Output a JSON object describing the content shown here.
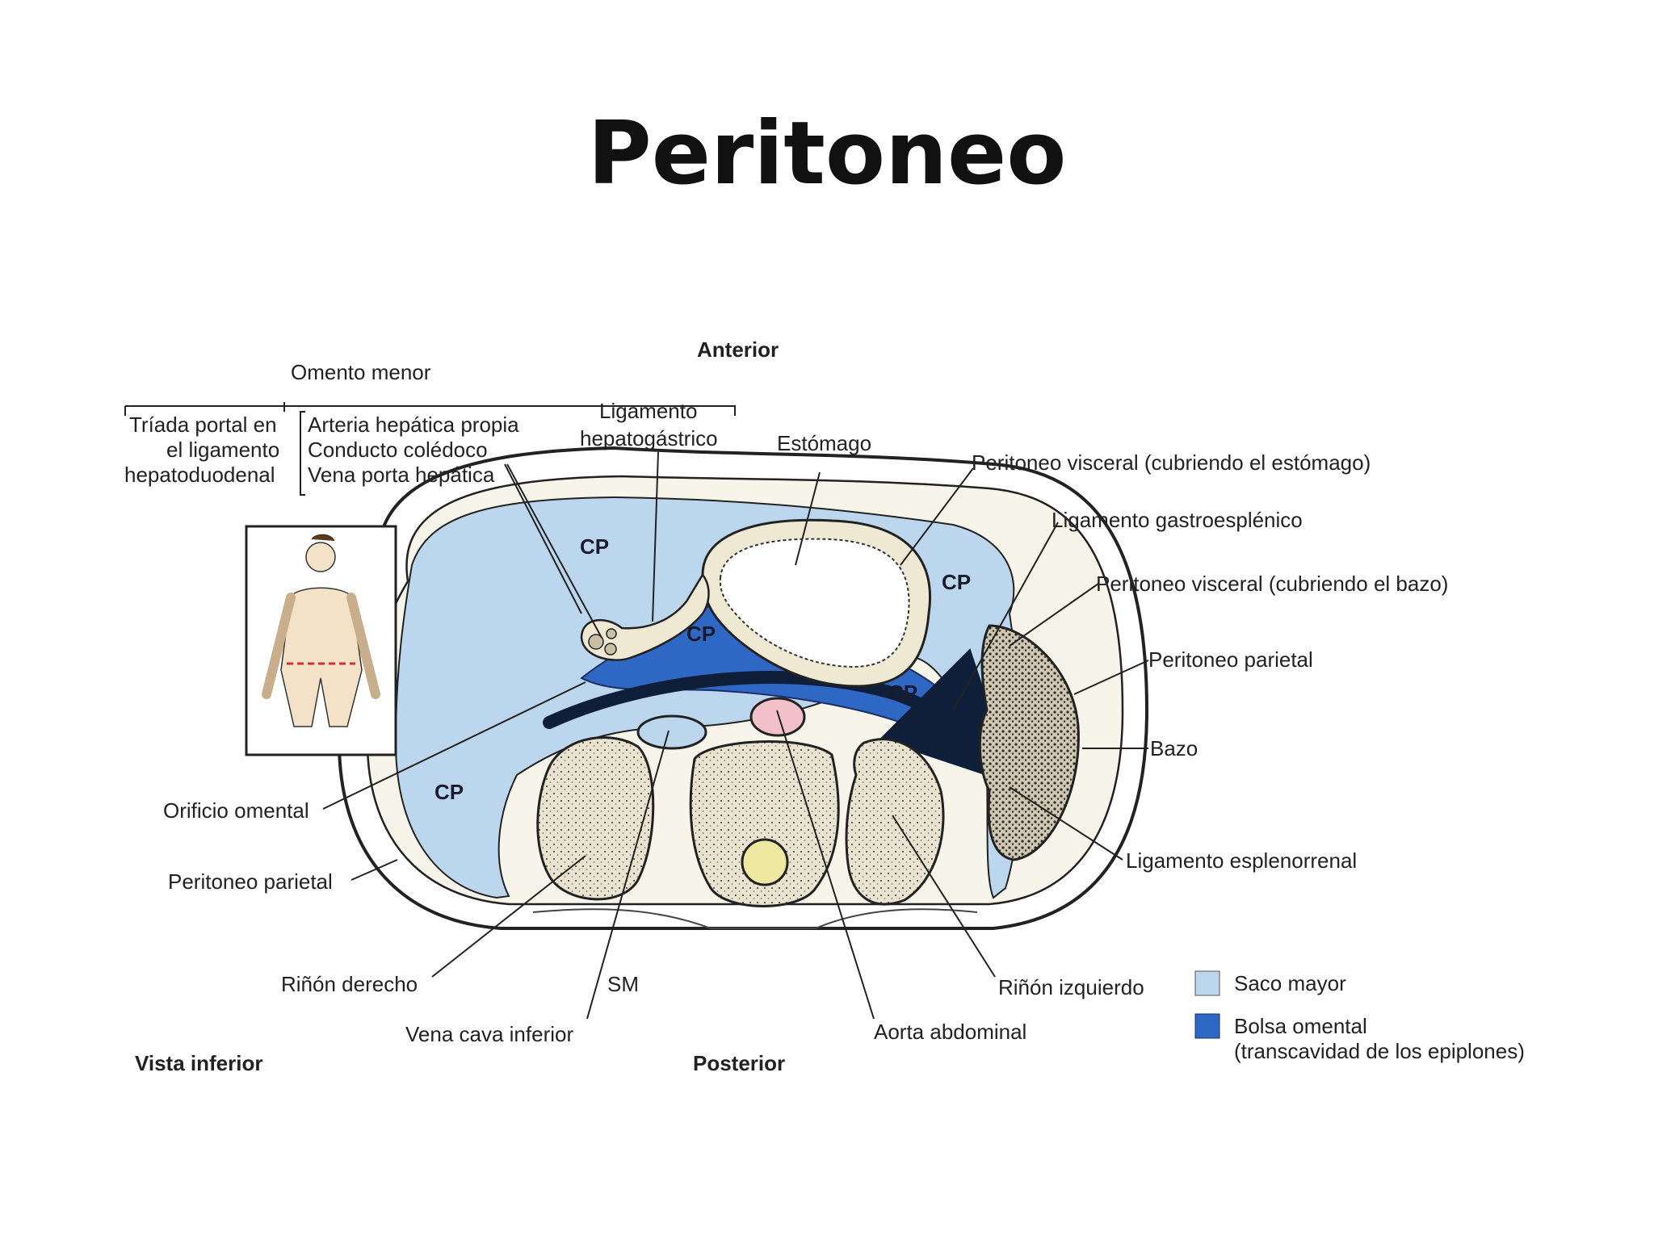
{
  "title": "Peritoneo",
  "orientation": {
    "anterior": "Anterior",
    "posterior": "Posterior",
    "view": "Vista inferior"
  },
  "labels": {
    "omento_menor": "Omento menor",
    "triada_1": "Tríada portal en",
    "triada_2": "el ligamento",
    "triada_3": "hepatoduodenal",
    "arteria": "Arteria hepática propia",
    "conducto": "Conducto colédoco",
    "vena_porta": "Vena porta hepática",
    "lig_hepato_1": "Ligamento",
    "lig_hepato_2": "hepatogástrico",
    "estomago": "Estómago",
    "peri_visc_estomago": "Peritoneo visceral (cubriendo el estómago)",
    "lig_gastroesplenico": "Ligamento gastroesplénico",
    "peri_visc_bazo": "Peritoneo visceral (cubriendo el bazo)",
    "peri_parietal_r": "Peritoneo parietal",
    "bazo": "Bazo",
    "lig_esplenorrenal": "Ligamento esplenorrenal",
    "orificio_omental": "Orificio omental",
    "peri_parietal_l": "Peritoneo parietal",
    "rinon_derecho": "Riñón derecho",
    "vena_cava": "Vena cava inferior",
    "aorta": "Aorta abdominal",
    "rinon_izquierdo": "Riñón izquierdo",
    "cp": "CP",
    "sm": "SM"
  },
  "legend": {
    "saco_mayor": "Saco mayor",
    "bolsa_1": "Bolsa omental",
    "bolsa_2": "(transcavidad de los epiplones)"
  },
  "colors": {
    "saco_mayor": "#bcd6ee",
    "bolsa_omental": "#2f68c4",
    "arrow": "#0f1f3a"
  }
}
